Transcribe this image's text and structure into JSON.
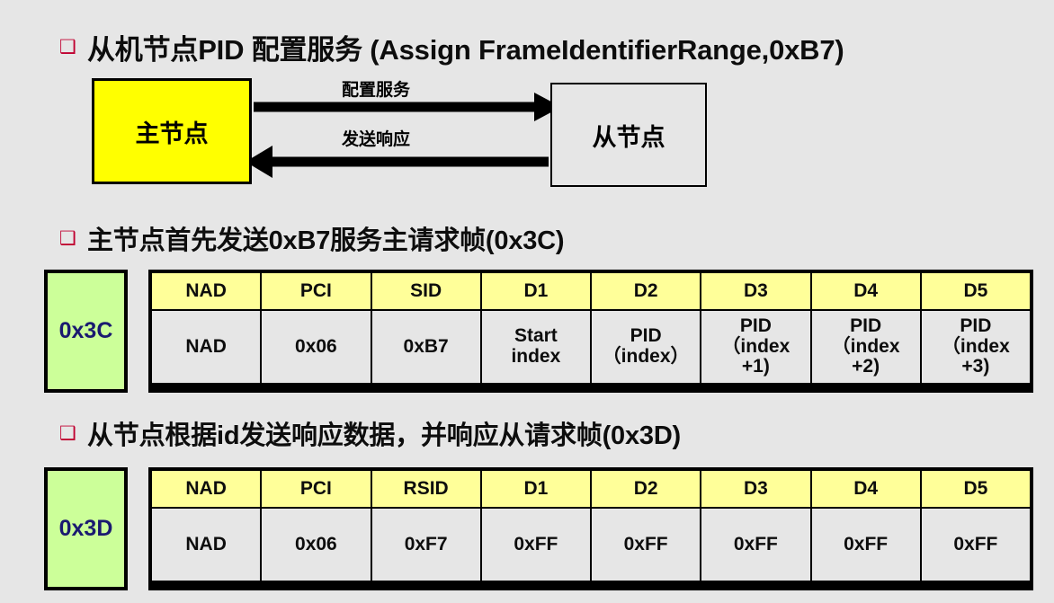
{
  "background_color": "#e6e6e6",
  "bullet_marker_glyph": "❑",
  "bullet_marker_color": "#c00030",
  "sections": {
    "heading_1": "从机节点PID 配置服务 (Assign FrameIdentifierRange,0xB7)",
    "heading_2": "主节点首先发送0xB7服务主请求帧(0x3C)",
    "heading_3": "从节点根据id发送响应数据，并响应从请求帧(0x3D)"
  },
  "diagram": {
    "master_node_label": "主节点",
    "master_node_color": "#ffff00",
    "slave_node_label": "从节点",
    "slave_node_color": "#e6e6e6",
    "arrow_top_label": "配置服务",
    "arrow_bottom_label": "发送响应"
  },
  "frame_1": {
    "id_label": "0x3C",
    "id_color": "#ccff99",
    "header_color": "#ffff99",
    "body_color": "#e6e6e6",
    "headers": [
      "NAD",
      "PCI",
      "SID",
      "D1",
      "D2",
      "D3",
      "D4",
      "D5"
    ],
    "values": [
      "NAD",
      "0x06",
      "0xB7",
      "Start\nindex",
      "PID\n（index）",
      "PID\n（index\n+1)",
      "PID\n（index\n+2)",
      "PID\n（index\n+3)"
    ]
  },
  "frame_2": {
    "id_label": "0x3D",
    "id_color": "#ccff99",
    "header_color": "#ffff99",
    "body_color": "#e6e6e6",
    "headers": [
      "NAD",
      "PCI",
      "RSID",
      "D1",
      "D2",
      "D3",
      "D4",
      "D5"
    ],
    "values": [
      "NAD",
      "0x06",
      "0xF7",
      "0xFF",
      "0xFF",
      "0xFF",
      "0xFF",
      "0xFF"
    ]
  }
}
